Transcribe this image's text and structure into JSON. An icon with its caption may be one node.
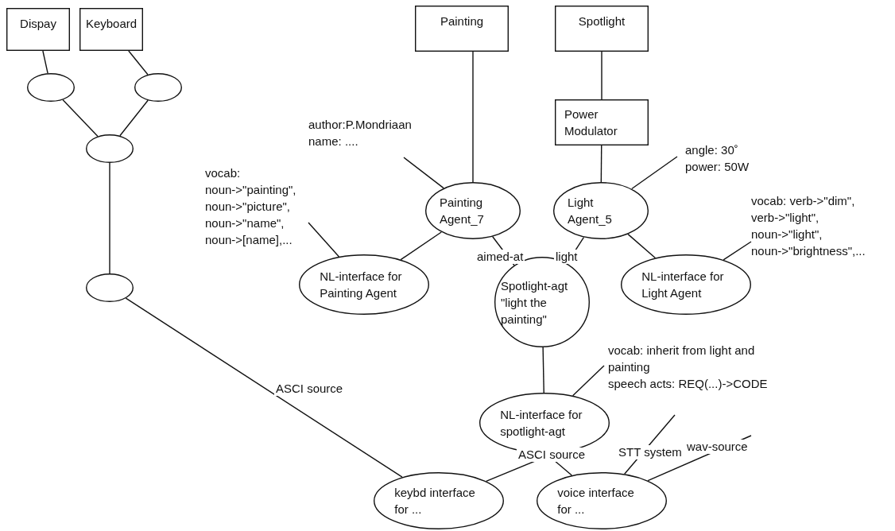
{
  "diagram": {
    "nodes": [
      {
        "text": [
          "Dispay"
        ]
      },
      {
        "text": [
          "Keyboard"
        ]
      },
      {
        "text": [
          "Painting"
        ]
      },
      {
        "text": [
          "Spotlight"
        ]
      },
      {
        "text": [
          "Power Modulator"
        ]
      },
      {
        "text": [],
        "shape": "ellipse"
      },
      {
        "text": [],
        "shape": "ellipse"
      },
      {
        "text": [],
        "shape": "ellipse"
      },
      {
        "text": [],
        "shape": "ellipse"
      },
      {
        "text": [
          "author:P.Mondriaan",
          "name: ...."
        ]
      },
      {
        "text": [
          "Painting Agent_7"
        ]
      },
      {
        "text": [
          "Light Agent_5"
        ]
      },
      {
        "text": [
          "angle: 30˚",
          "power: 50W"
        ]
      },
      {
        "text": [
          "vocab: noun->\"painting\", noun->\"picture\", noun->\"name\", noun->[name],..."
        ]
      },
      {
        "text": [
          "NL-interface for Painting Agent"
        ]
      },
      {
        "text": [
          "Spotlight-agt \"light the painting\""
        ]
      },
      {
        "text": [
          "NL-interface for Light Agent"
        ]
      },
      {
        "text": [
          "vocab: verb->\"dim\", verb->\"light\", noun->\"light\", noun->\"brightness\",..."
        ]
      },
      {
        "text": [
          "vocab: inherit from light and painting",
          "speech acts: REQ(...)->CODE"
        ]
      },
      {
        "text": [
          "NL-interface for spotlight-agt"
        ]
      },
      {
        "text": [
          "keybd interface for ..."
        ]
      },
      {
        "text": [
          "voice interface for ..."
        ]
      }
    ],
    "edges": [
      {
        "from": 0,
        "to": 5,
        "arrow": "none"
      },
      {
        "from": 1,
        "to": 6,
        "arrow": "none"
      },
      {
        "from": 5,
        "to": 7,
        "arrow": "none"
      },
      {
        "from": 6,
        "to": 7,
        "arrow": "none"
      },
      {
        "from": 7,
        "to": 8,
        "arrow": "none"
      },
      {
        "from": 8,
        "to": 20,
        "arrow": "none",
        "label": "ASCI source"
      },
      {
        "from": 2,
        "to": 10,
        "arrow": "none"
      },
      {
        "from": 3,
        "to": 4,
        "arrow": "none"
      },
      {
        "from": 4,
        "to": 11,
        "arrow": "none"
      },
      {
        "from": 9,
        "to": 10,
        "arrow": "none"
      },
      {
        "from": 12,
        "to": 11,
        "arrow": "none"
      },
      {
        "from": 13,
        "to": 14,
        "arrow": "none"
      },
      {
        "from": 10,
        "to": 14,
        "arrow": "none"
      },
      {
        "from": 10,
        "to": 15,
        "arrow": "none",
        "label": "aimed-at"
      },
      {
        "from": 11,
        "to": 15,
        "arrow": "none",
        "label": "light"
      },
      {
        "from": 11,
        "to": 16,
        "arrow": "none"
      },
      {
        "from": 17,
        "to": 16,
        "arrow": "none"
      },
      {
        "from": 15,
        "to": 19,
        "arrow": "none"
      },
      {
        "from": 18,
        "to": 19,
        "arrow": "none"
      },
      {
        "from": 20,
        "to": 21,
        "arrow": "none",
        "label": "ASCI source"
      },
      {
        "from": null,
        "to": 21,
        "arrow": "none",
        "label": "STT system"
      },
      {
        "from": null,
        "to": 21,
        "arrow": "none",
        "label": "wav-source"
      }
    ]
  }
}
